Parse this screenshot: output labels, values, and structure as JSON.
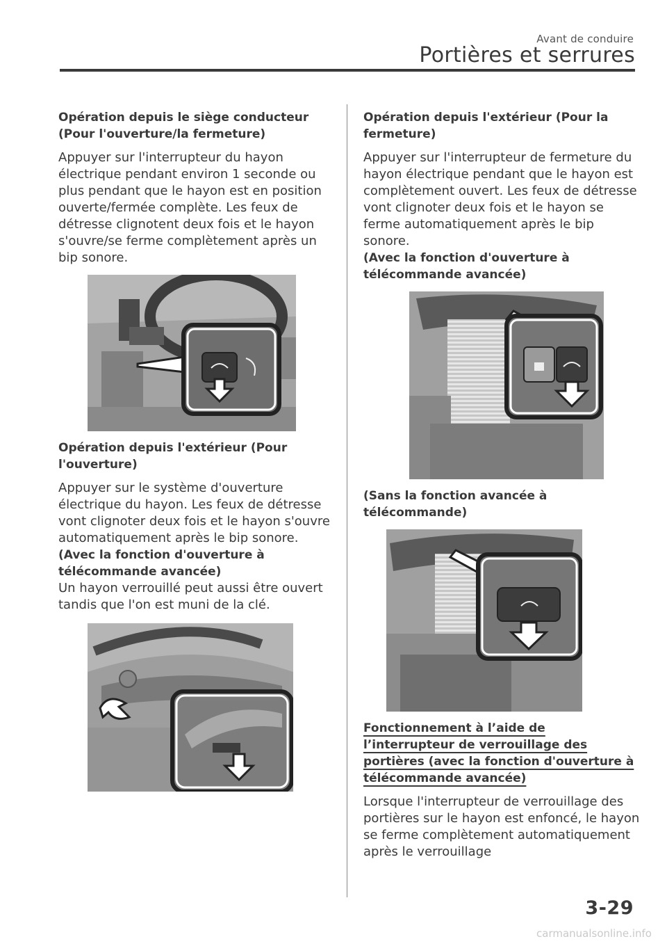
{
  "header": {
    "section": "Avant de conduire",
    "title": "Portières et serrures"
  },
  "left": {
    "h1": "Opération depuis le siège conducteur (Pour l'ouverture/la fermeture)",
    "p1": "Appuyer sur l'interrupteur du hayon électrique pendant environ 1 seconde ou plus pendant que le hayon est en position ouverte/fermée complète. Les feux de détresse clignotent deux fois et le hayon s'ouvre/se ferme complètement après un bip sonore.",
    "h2": "Opération depuis l'extérieur (Pour l'ouverture)",
    "p2": "Appuyer sur le système d'ouverture électrique du hayon. Les feux de détresse vont clignoter deux fois et le hayon s'ouvre automatiquement après le bip sonore.",
    "b2": "(Avec la fonction d'ouverture à télécommande avancée)",
    "p3": "Un hayon verrouillé peut aussi être ouvert tandis que l'on est muni de la clé."
  },
  "right": {
    "h1": "Opération depuis l'extérieur (Pour la fermeture)",
    "p1": "Appuyer sur l'interrupteur de fermeture du hayon électrique pendant que le hayon est complètement ouvert. Les feux de détresse vont clignoter deux fois et le hayon se ferme automatiquement après le bip sonore.",
    "b1": "(Avec la fonction d'ouverture à télécommande avancée)",
    "b2": "(Sans la fonction avancée à télécommande)",
    "h2": "Fonctionnement à l’aide de l’interrupteur de verrouillage des portières (avec la fonction d'ouverture à télécommande avancée)",
    "p2": "Lorsque l'interrupteur de verrouillage des portières sur le hayon est enfoncé, le hayon se ferme complètement automatiquement après le verrouillage"
  },
  "footer": {
    "page_number": "3-29",
    "watermark": "carmanualsonline.info"
  },
  "colors": {
    "text": "#3a3a3a",
    "figure_bg": "#9a9a9a"
  }
}
